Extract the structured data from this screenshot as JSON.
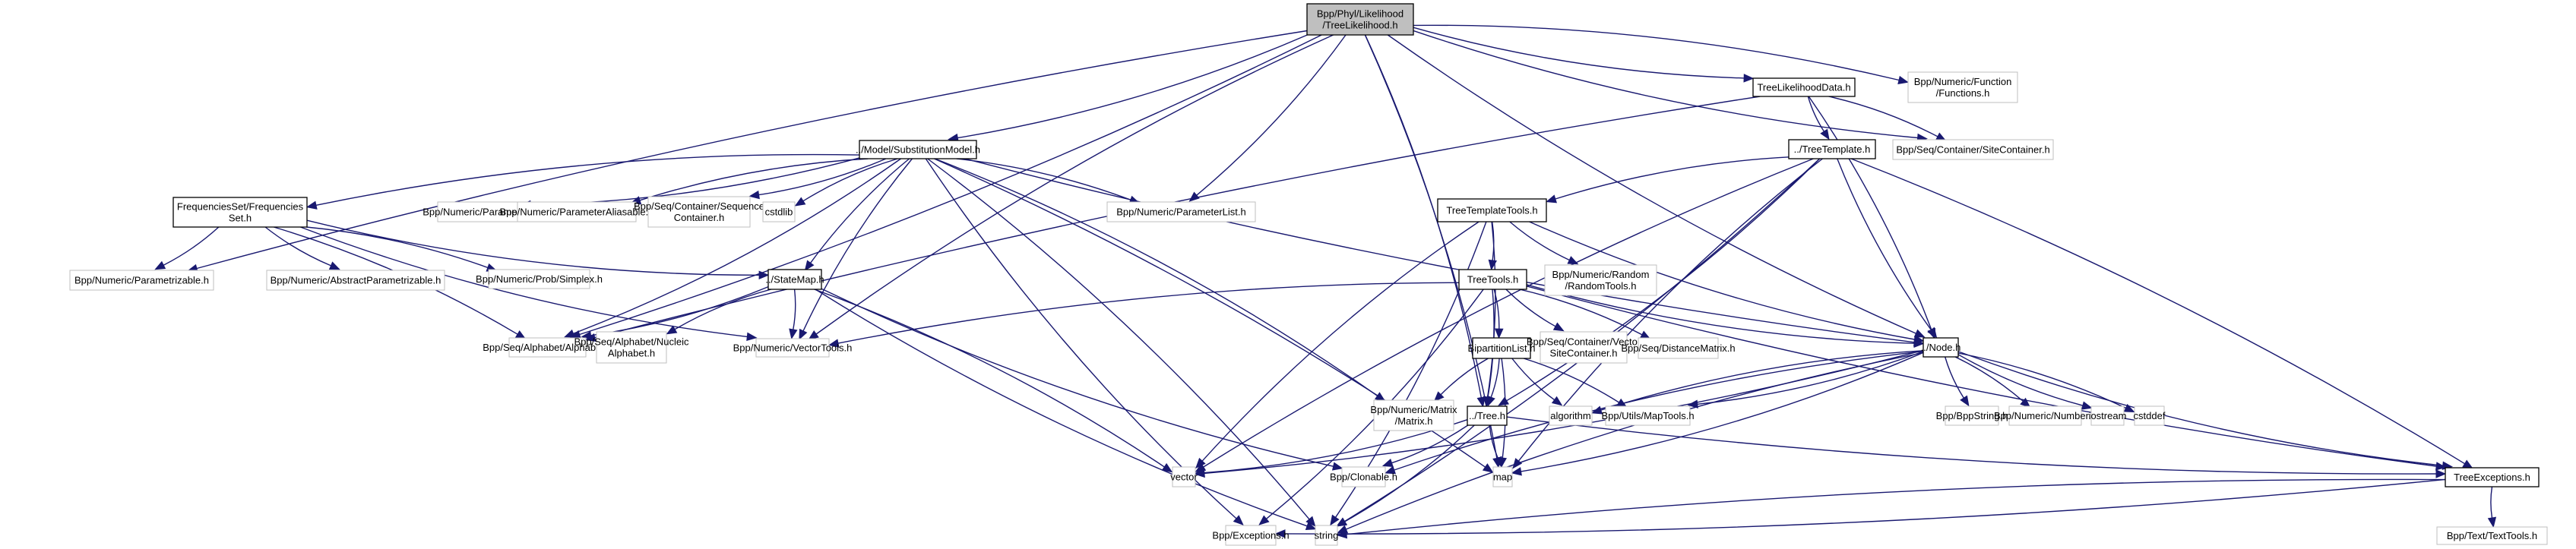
{
  "title": "Include dependency graph for TreeLikelihood.h",
  "colors": {
    "edge": "#191970",
    "root_fill": "#bfbfbf",
    "local_border": "#000000",
    "external_border": "#bfbfbf"
  },
  "nodes": [
    {
      "id": "root",
      "lines": [
        "Bpp/Phyl/Likelihood",
        "/TreeLikelihood.h"
      ],
      "kind": "root"
    },
    {
      "id": "substmodel",
      "lines": [
        "../Model/SubstitutionModel.h"
      ],
      "kind": "local"
    },
    {
      "id": "tldata",
      "lines": [
        "TreeLikelihoodData.h"
      ],
      "kind": "local"
    },
    {
      "id": "functions",
      "lines": [
        "Bpp/Numeric/Function",
        "/Functions.h"
      ],
      "kind": "external"
    },
    {
      "id": "treetemplate",
      "lines": [
        "../TreeTemplate.h"
      ],
      "kind": "local"
    },
    {
      "id": "sitecontainer",
      "lines": [
        "Bpp/Seq/Container/SiteContainer.h"
      ],
      "kind": "external"
    },
    {
      "id": "freqset",
      "lines": [
        "FrequenciesSet/Frequencies",
        "Set.h"
      ],
      "kind": "local"
    },
    {
      "id": "parameter",
      "lines": [
        "Bpp/Numeric/Parameter.h"
      ],
      "kind": "external"
    },
    {
      "id": "paramaliasable",
      "lines": [
        "Bpp/Numeric/ParameterAliasable.h"
      ],
      "kind": "external"
    },
    {
      "id": "seqcontainer",
      "lines": [
        "Bpp/Seq/Container/Sequence",
        "Container.h"
      ],
      "kind": "external"
    },
    {
      "id": "cstdlib",
      "lines": [
        "cstdlib"
      ],
      "kind": "external"
    },
    {
      "id": "paramlist",
      "lines": [
        "Bpp/Numeric/ParameterList.h"
      ],
      "kind": "external"
    },
    {
      "id": "ttools",
      "lines": [
        "TreeTemplateTools.h"
      ],
      "kind": "local"
    },
    {
      "id": "parametrizable",
      "lines": [
        "Bpp/Numeric/Parametrizable.h"
      ],
      "kind": "external"
    },
    {
      "id": "absparametrizable",
      "lines": [
        "Bpp/Numeric/AbstractParametrizable.h"
      ],
      "kind": "external"
    },
    {
      "id": "simplex",
      "lines": [
        "Bpp/Numeric/Prob/Simplex.h"
      ],
      "kind": "external"
    },
    {
      "id": "statemap",
      "lines": [
        "../StateMap.h"
      ],
      "kind": "local"
    },
    {
      "id": "treetools",
      "lines": [
        "TreeTools.h"
      ],
      "kind": "local"
    },
    {
      "id": "randomtools",
      "lines": [
        "Bpp/Numeric/Random",
        "/RandomTools.h"
      ],
      "kind": "external"
    },
    {
      "id": "alphabet",
      "lines": [
        "Bpp/Seq/Alphabet/Alphabet.h"
      ],
      "kind": "external"
    },
    {
      "id": "nucalphabet",
      "lines": [
        "Bpp/Seq/Alphabet/Nucleic",
        "Alphabet.h"
      ],
      "kind": "external"
    },
    {
      "id": "vectortools",
      "lines": [
        "Bpp/Numeric/VectorTools.h"
      ],
      "kind": "external"
    },
    {
      "id": "bipartition",
      "lines": [
        "BipartitionList.h"
      ],
      "kind": "local"
    },
    {
      "id": "vsitecontainer",
      "lines": [
        "Bpp/Seq/Container/Vector",
        "SiteContainer.h"
      ],
      "kind": "external"
    },
    {
      "id": "distmatrix",
      "lines": [
        "Bpp/Seq/DistanceMatrix.h"
      ],
      "kind": "external"
    },
    {
      "id": "node",
      "lines": [
        "../Node.h"
      ],
      "kind": "local"
    },
    {
      "id": "matrix",
      "lines": [
        "Bpp/Numeric/Matrix",
        "/Matrix.h"
      ],
      "kind": "external"
    },
    {
      "id": "tree",
      "lines": [
        "../Tree.h"
      ],
      "kind": "local"
    },
    {
      "id": "algorithm",
      "lines": [
        "algorithm"
      ],
      "kind": "external"
    },
    {
      "id": "maptools",
      "lines": [
        "Bpp/Utils/MapTools.h"
      ],
      "kind": "external"
    },
    {
      "id": "bppstring",
      "lines": [
        "Bpp/BppString.h"
      ],
      "kind": "external"
    },
    {
      "id": "number",
      "lines": [
        "Bpp/Numeric/Number.h"
      ],
      "kind": "external"
    },
    {
      "id": "iostream",
      "lines": [
        "iostream"
      ],
      "kind": "external"
    },
    {
      "id": "cstddef",
      "lines": [
        "cstddef"
      ],
      "kind": "external"
    },
    {
      "id": "vector",
      "lines": [
        "vector"
      ],
      "kind": "external"
    },
    {
      "id": "clonable",
      "lines": [
        "Bpp/Clonable.h"
      ],
      "kind": "external"
    },
    {
      "id": "map",
      "lines": [
        "map"
      ],
      "kind": "external"
    },
    {
      "id": "treeexceptions",
      "lines": [
        "TreeExceptions.h"
      ],
      "kind": "local"
    },
    {
      "id": "exceptions",
      "lines": [
        "Bpp/Exceptions.h"
      ],
      "kind": "external"
    },
    {
      "id": "string",
      "lines": [
        "string"
      ],
      "kind": "external"
    },
    {
      "id": "texttools",
      "lines": [
        "Bpp/Text/TextTools.h"
      ],
      "kind": "external"
    }
  ],
  "edges": [
    [
      "root",
      "substmodel"
    ],
    [
      "root",
      "tldata"
    ],
    [
      "root",
      "functions"
    ],
    [
      "root",
      "sitecontainer"
    ],
    [
      "root",
      "paramlist"
    ],
    [
      "root",
      "parametrizable"
    ],
    [
      "root",
      "alphabet"
    ],
    [
      "root",
      "vectortools"
    ],
    [
      "root",
      "tree"
    ],
    [
      "root",
      "node"
    ],
    [
      "root",
      "map"
    ],
    [
      "substmodel",
      "freqset"
    ],
    [
      "substmodel",
      "parameter"
    ],
    [
      "substmodel",
      "paramaliasable"
    ],
    [
      "substmodel",
      "seqcontainer"
    ],
    [
      "substmodel",
      "cstdlib"
    ],
    [
      "substmodel",
      "paramlist"
    ],
    [
      "substmodel",
      "statemap"
    ],
    [
      "substmodel",
      "alphabet"
    ],
    [
      "substmodel",
      "vectortools"
    ],
    [
      "substmodel",
      "matrix"
    ],
    [
      "substmodel",
      "exceptions"
    ],
    [
      "substmodel",
      "string"
    ],
    [
      "substmodel",
      "node"
    ],
    [
      "substmodel",
      "map"
    ],
    [
      "tldata",
      "treetemplate"
    ],
    [
      "tldata",
      "sitecontainer"
    ],
    [
      "tldata",
      "alphabet"
    ],
    [
      "tldata",
      "node"
    ],
    [
      "treetemplate",
      "ttools"
    ],
    [
      "treetemplate",
      "tree"
    ],
    [
      "treetemplate",
      "node"
    ],
    [
      "treetemplate",
      "treeexceptions"
    ],
    [
      "treetemplate",
      "vector"
    ],
    [
      "treetemplate",
      "string"
    ],
    [
      "treetemplate",
      "map"
    ],
    [
      "freqset",
      "parametrizable"
    ],
    [
      "freqset",
      "absparametrizable"
    ],
    [
      "freqset",
      "simplex"
    ],
    [
      "freqset",
      "statemap"
    ],
    [
      "freqset",
      "alphabet"
    ],
    [
      "freqset",
      "vectortools"
    ],
    [
      "ttools",
      "treetools"
    ],
    [
      "ttools",
      "randomtools"
    ],
    [
      "ttools",
      "tree"
    ],
    [
      "ttools",
      "vector"
    ],
    [
      "ttools",
      "string"
    ],
    [
      "ttools",
      "node"
    ],
    [
      "statemap",
      "alphabet"
    ],
    [
      "statemap",
      "nucalphabet"
    ],
    [
      "statemap",
      "vectortools"
    ],
    [
      "statemap",
      "clonable"
    ],
    [
      "statemap",
      "vector"
    ],
    [
      "statemap",
      "string"
    ],
    [
      "treetools",
      "bipartition"
    ],
    [
      "treetools",
      "vsitecontainer"
    ],
    [
      "treetools",
      "distmatrix"
    ],
    [
      "treetools",
      "node"
    ],
    [
      "treetools",
      "tree"
    ],
    [
      "treetools",
      "vectortools"
    ],
    [
      "treetools",
      "exceptions"
    ],
    [
      "treetools",
      "treeexceptions"
    ],
    [
      "bipartition",
      "tree"
    ],
    [
      "bipartition",
      "algorithm"
    ],
    [
      "bipartition",
      "maptools"
    ],
    [
      "bipartition",
      "matrix"
    ],
    [
      "bipartition",
      "map"
    ],
    [
      "node",
      "bppstring"
    ],
    [
      "node",
      "number"
    ],
    [
      "node",
      "iostream"
    ],
    [
      "node",
      "cstddef"
    ],
    [
      "node",
      "algorithm"
    ],
    [
      "node",
      "maptools"
    ],
    [
      "node",
      "treeexceptions"
    ],
    [
      "node",
      "vector"
    ],
    [
      "node",
      "clonable"
    ],
    [
      "node",
      "map"
    ],
    [
      "node",
      "string"
    ],
    [
      "tree",
      "clonable"
    ],
    [
      "tree",
      "map"
    ],
    [
      "tree",
      "string"
    ],
    [
      "tree",
      "treeexceptions"
    ],
    [
      "tree",
      "vector"
    ],
    [
      "treeexceptions",
      "texttools"
    ],
    [
      "treeexceptions",
      "exceptions"
    ],
    [
      "treeexceptions",
      "string"
    ]
  ]
}
